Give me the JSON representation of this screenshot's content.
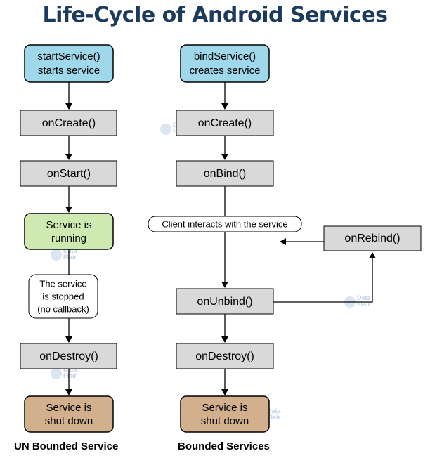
{
  "title": "Life-Cycle of Android Services",
  "unbounded": {
    "start": [
      "startService()",
      "starts service"
    ],
    "on_create": "onCreate()",
    "on_start": "onStart()",
    "running": [
      "Service is",
      "running"
    ],
    "stopped_note": [
      "The service",
      "is stopped",
      "(no callback)"
    ],
    "on_destroy": "onDestroy()",
    "shut_down": [
      "Service is",
      "shut down"
    ],
    "caption": "UN Bounded Service"
  },
  "bounded": {
    "start": [
      "bindService()",
      "creates service"
    ],
    "on_create": "onCreate()",
    "on_bind": "onBind()",
    "client_note": "Client interacts with the service",
    "on_rebind": "onRebind()",
    "on_unbind": "onUnbind()",
    "on_destroy": "onDestroy()",
    "shut_down": [
      "Service is",
      "shut down"
    ],
    "caption": "Bounded Services"
  },
  "watermark": [
    "Data",
    "Flair"
  ],
  "colors": {
    "title": "#1b3a5c",
    "start_fill": "#9fd8ea",
    "process_fill": "#d9d9d9",
    "running_fill": "#cfeab0",
    "end_fill": "#d2b08d",
    "note_fill": "#ffffff",
    "stroke": "#000000"
  }
}
